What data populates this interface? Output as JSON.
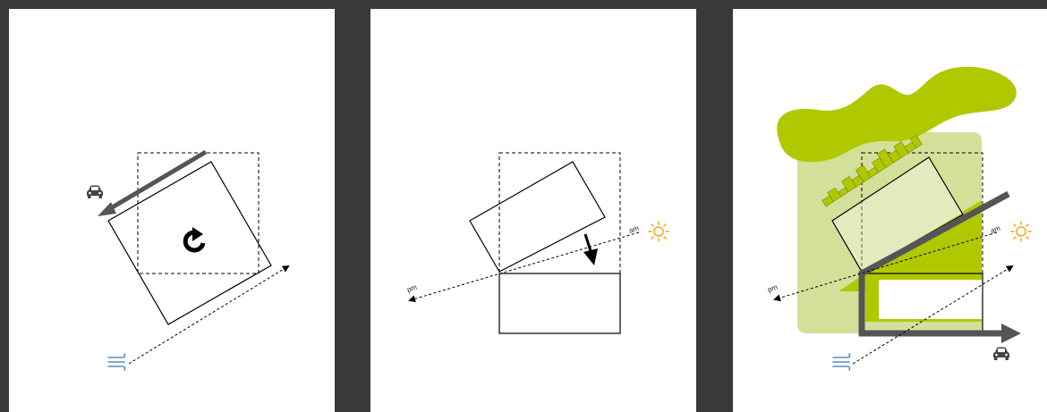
{
  "colors": {
    "background": "#3a3938",
    "panel": "#ffffff",
    "road": "#555555",
    "wind": "#5a8db5",
    "sun": "#f0a81c",
    "green": "#b0c800",
    "light_green": "#d3e09a",
    "line": "#000000"
  },
  "panels": [
    {
      "icons": [
        "car-icon",
        "rotate-icon",
        "wind-icon"
      ]
    },
    {
      "sun_path": {
        "am_label": "am",
        "pm_label": "pm"
      },
      "icons": [
        "sun-icon",
        "down-arrow-icon"
      ]
    },
    {
      "sun_path": {
        "am_label": "am",
        "pm_label": "pm"
      },
      "icons": [
        "car-icon",
        "sun-icon",
        "wind-icon",
        "green-roof-icon",
        "tree-canopy-icon"
      ]
    }
  ]
}
